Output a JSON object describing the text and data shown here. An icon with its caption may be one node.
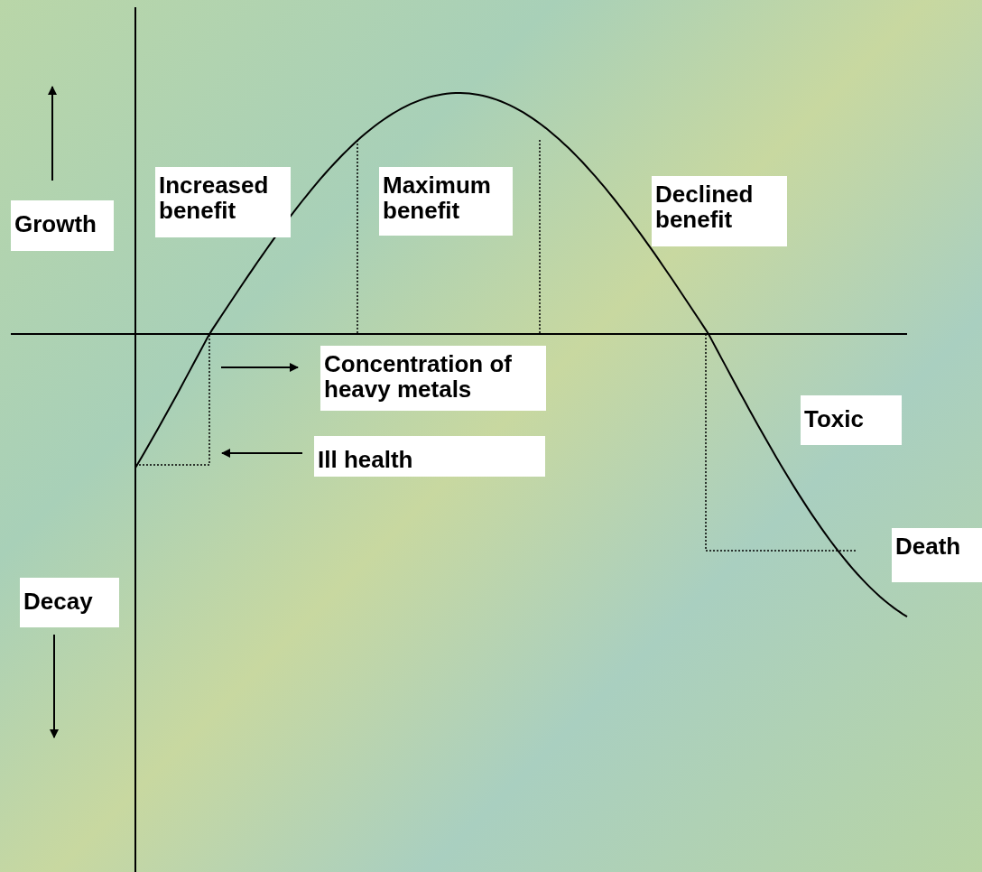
{
  "diagram": {
    "labels": [
      "Growth",
      "Increased benefit",
      "Maximum benefit",
      "Declined benefit",
      "Concentration of heavy metals",
      "Ill health",
      "Toxic",
      "Death",
      "Decay"
    ]
  }
}
